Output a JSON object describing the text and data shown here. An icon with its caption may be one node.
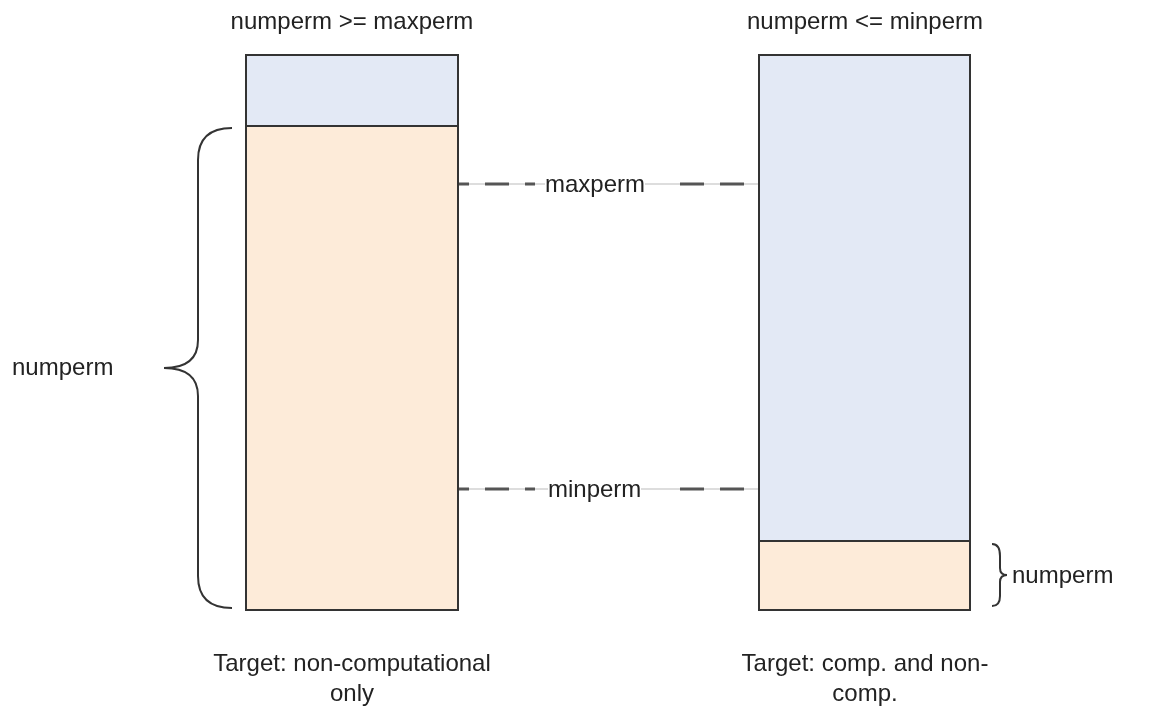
{
  "diagram": {
    "nodes": [
      {
        "text": [
          "numperm >= maxperm",
          "Target: non-computational only"
        ]
      },
      {
        "text": [],
        "shape": "bar",
        "in": 0
      },
      {
        "text": [],
        "shape": "bar",
        "in": 0
      },
      {
        "text": [
          "numperm <= minperm",
          "Target: comp. and non-comp."
        ]
      },
      {
        "text": [],
        "shape": "bar",
        "in": 3
      },
      {
        "text": [],
        "shape": "bar",
        "in": 3
      }
    ],
    "edges": [],
    "labels": [
      "maxperm",
      "numperm",
      "minperm",
      "numperm"
    ]
  }
}
